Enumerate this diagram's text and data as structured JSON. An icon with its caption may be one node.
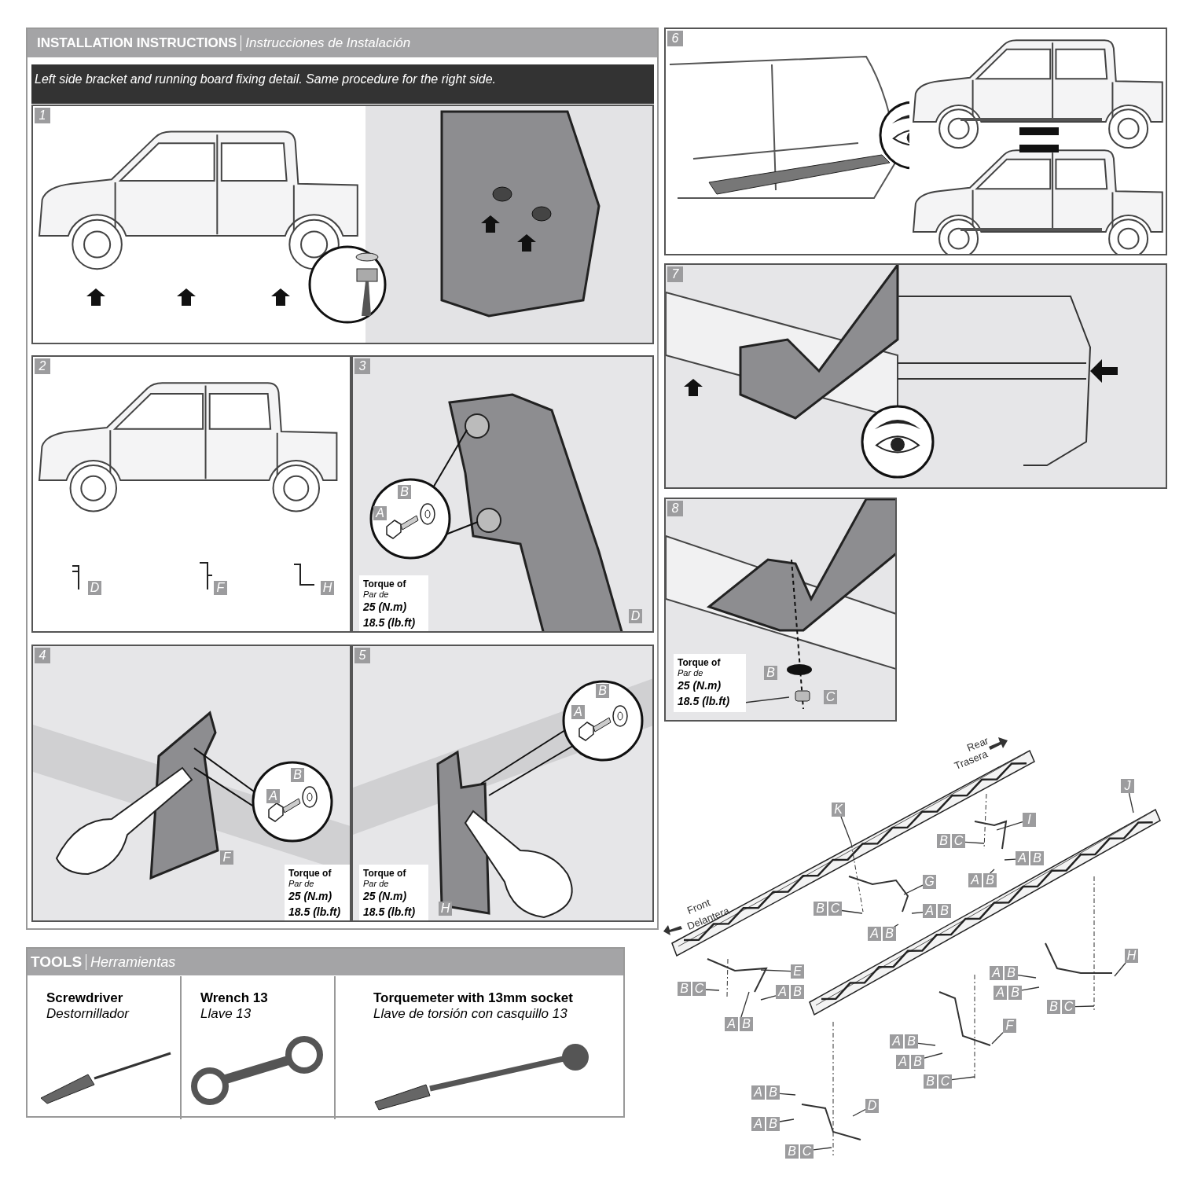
{
  "diagram": {
    "nodes": [
      {
        "text": [
          "INSTALLATION INSTRUCTIONS",
          "Instrucciones de Instalación"
        ]
      },
      {
        "text": [
          "Left side bracket and running board fixing detail. Same procedure for the right side."
        ],
        "in": 0
      },
      {
        "text": [],
        "shape": "box",
        "in": 0
      },
      {
        "text": [],
        "shape": "box",
        "in": 0
      },
      {
        "text": [
          "D"
        ],
        "in": 3
      },
      {
        "text": [
          "F"
        ],
        "in": 3
      },
      {
        "text": [
          "H"
        ],
        "in": 3
      },
      {
        "text": [],
        "shape": "box",
        "in": 0
      },
      {
        "text": [
          "B"
        ],
        "in": 7
      },
      {
        "text": [
          "A"
        ],
        "in": 7
      },
      {
        "text": [
          "Torque of",
          "Par de",
          "25 (N.m)",
          "18.5 (lb.ft)"
        ],
        "in": 7
      },
      {
        "text": [
          "D"
        ],
        "in": 7
      },
      {
        "text": [],
        "shape": "box",
        "in": 0
      },
      {
        "text": [
          "B"
        ],
        "in": 12
      },
      {
        "text": [
          "A"
        ],
        "in": 12
      },
      {
        "text": [
          "F"
        ],
        "in": 12
      },
      {
        "text": [
          "Torque of",
          "Par de",
          "25 (N.m)",
          "18.5 (lb.ft)"
        ],
        "in": 12
      },
      {
        "text": [],
        "shape": "box",
        "in": 0
      },
      {
        "text": [
          "B"
        ],
        "in": 17
      },
      {
        "text": [
          "A"
        ],
        "in": 17
      },
      {
        "text": [
          "Torque of",
          "Par de",
          "25 (N.m)",
          "18.5 (lb.ft)"
        ],
        "in": 17
      },
      {
        "text": [
          "H"
        ],
        "in": 17
      },
      {
        "text": [],
        "shape": "box"
      },
      {
        "text": [],
        "shape": "box"
      },
      {
        "text": [],
        "shape": "box"
      },
      {
        "text": [
          "B"
        ],
        "in": 24
      },
      {
        "text": [
          "C"
        ],
        "in": 24
      },
      {
        "text": [
          "Torque of",
          "Par de",
          "25 (N.m)",
          "18.5 (lb.ft)"
        ],
        "in": 24
      },
      {
        "text": [
          "TOOLS",
          "Herramientas"
        ]
      },
      {
        "text": [
          "Screwdriver",
          "Destornillador"
        ],
        "in": 28
      },
      {
        "text": [
          "Wrench 13",
          "Llave 13"
        ],
        "in": 28
      },
      {
        "text": [
          "Torquemeter with 13mm socket",
          "Llave de torsión con casquillo 13"
        ],
        "in": 28
      },
      {
        "text": [
          "K"
        ]
      },
      {
        "text": [
          "I"
        ]
      },
      {
        "text": [
          "B",
          "C"
        ]
      },
      {
        "text": [
          "A",
          "B"
        ]
      },
      {
        "text": [
          "A",
          "B"
        ]
      },
      {
        "text": [
          "G"
        ]
      },
      {
        "text": [
          "B",
          "C"
        ]
      },
      {
        "text": [
          "A",
          "B"
        ]
      },
      {
        "text": [
          "A",
          "B"
        ]
      },
      {
        "text": [
          "E"
        ]
      },
      {
        "text": [
          "B",
          "C"
        ]
      },
      {
        "text": [
          "A",
          "B"
        ]
      },
      {
        "text": [
          "A",
          "B"
        ]
      },
      {
        "text": [
          "J"
        ]
      },
      {
        "text": [
          "H"
        ]
      },
      {
        "text": [
          "A",
          "B"
        ]
      },
      {
        "text": [
          "A",
          "B"
        ]
      },
      {
        "text": [
          "B",
          "C"
        ]
      },
      {
        "text": [
          "F"
        ]
      },
      {
        "text": [
          "A",
          "B"
        ]
      },
      {
        "text": [
          "A",
          "B"
        ]
      },
      {
        "text": [
          "B",
          "C"
        ]
      },
      {
        "text": [
          "D"
        ]
      },
      {
        "text": [
          "A",
          "B"
        ]
      },
      {
        "text": [
          "A",
          "B"
        ]
      },
      {
        "text": [
          "B",
          "C"
        ]
      },
      {
        "text": [
          "1"
        ],
        "in": 2
      },
      {
        "text": [
          "2"
        ],
        "in": 3
      },
      {
        "text": [
          "3"
        ],
        "in": 7
      },
      {
        "text": [
          "4"
        ],
        "in": 12
      },
      {
        "text": [
          "5"
        ],
        "in": 17
      },
      {
        "text": [
          "6"
        ],
        "in": 22
      },
      {
        "text": [
          "7"
        ],
        "in": 23
      },
      {
        "text": [
          "8"
        ],
        "in": 24
      }
    ],
    "edges": [
      {
        "from": 27,
        "to": null,
        "arrow": "none"
      },
      {
        "from": 32,
        "to": null,
        "arrow": "none"
      },
      {
        "from": 33,
        "to": null,
        "arrow": "none"
      },
      {
        "from": 34,
        "to": null,
        "arrow": "none"
      },
      {
        "from": 35,
        "to": null,
        "arrow": "none"
      },
      {
        "from": 36,
        "to": null,
        "arrow": "none"
      },
      {
        "from": 37,
        "to": null,
        "arrow": "none"
      },
      {
        "from": 38,
        "to": null,
        "arrow": "none"
      },
      {
        "from": 39,
        "to": null,
        "arrow": "none"
      },
      {
        "from": 40,
        "to": null,
        "arrow": "none"
      },
      {
        "from": 41,
        "to": null,
        "arrow": "none"
      },
      {
        "from": 42,
        "to": null,
        "arrow": "none"
      },
      {
        "from": 43,
        "to": null,
        "arrow": "none"
      },
      {
        "from": 44,
        "to": null,
        "arrow": "none"
      },
      {
        "from": 45,
        "to": null,
        "arrow": "none"
      },
      {
        "from": 46,
        "to": null,
        "arrow": "none"
      },
      {
        "from": 47,
        "to": null,
        "arrow": "none"
      },
      {
        "from": 48,
        "to": null,
        "arrow": "none"
      },
      {
        "from": 49,
        "to": null,
        "arrow": "none"
      },
      {
        "from": 50,
        "to": null,
        "arrow": "none"
      },
      {
        "from": 51,
        "to": null,
        "arrow": "none"
      },
      {
        "from": 52,
        "to": null,
        "arrow": "none"
      },
      {
        "from": 53,
        "to": null,
        "arrow": "none"
      },
      {
        "from": 54,
        "to": null,
        "arrow": "none"
      },
      {
        "from": 55,
        "to": null,
        "arrow": "none"
      },
      {
        "from": 56,
        "to": null,
        "arrow": "none"
      },
      {
        "from": 57,
        "to": null,
        "arrow": "none"
      }
    ],
    "labels": [
      "Rear",
      "Trasera",
      "Front",
      "Delantera"
    ]
  }
}
